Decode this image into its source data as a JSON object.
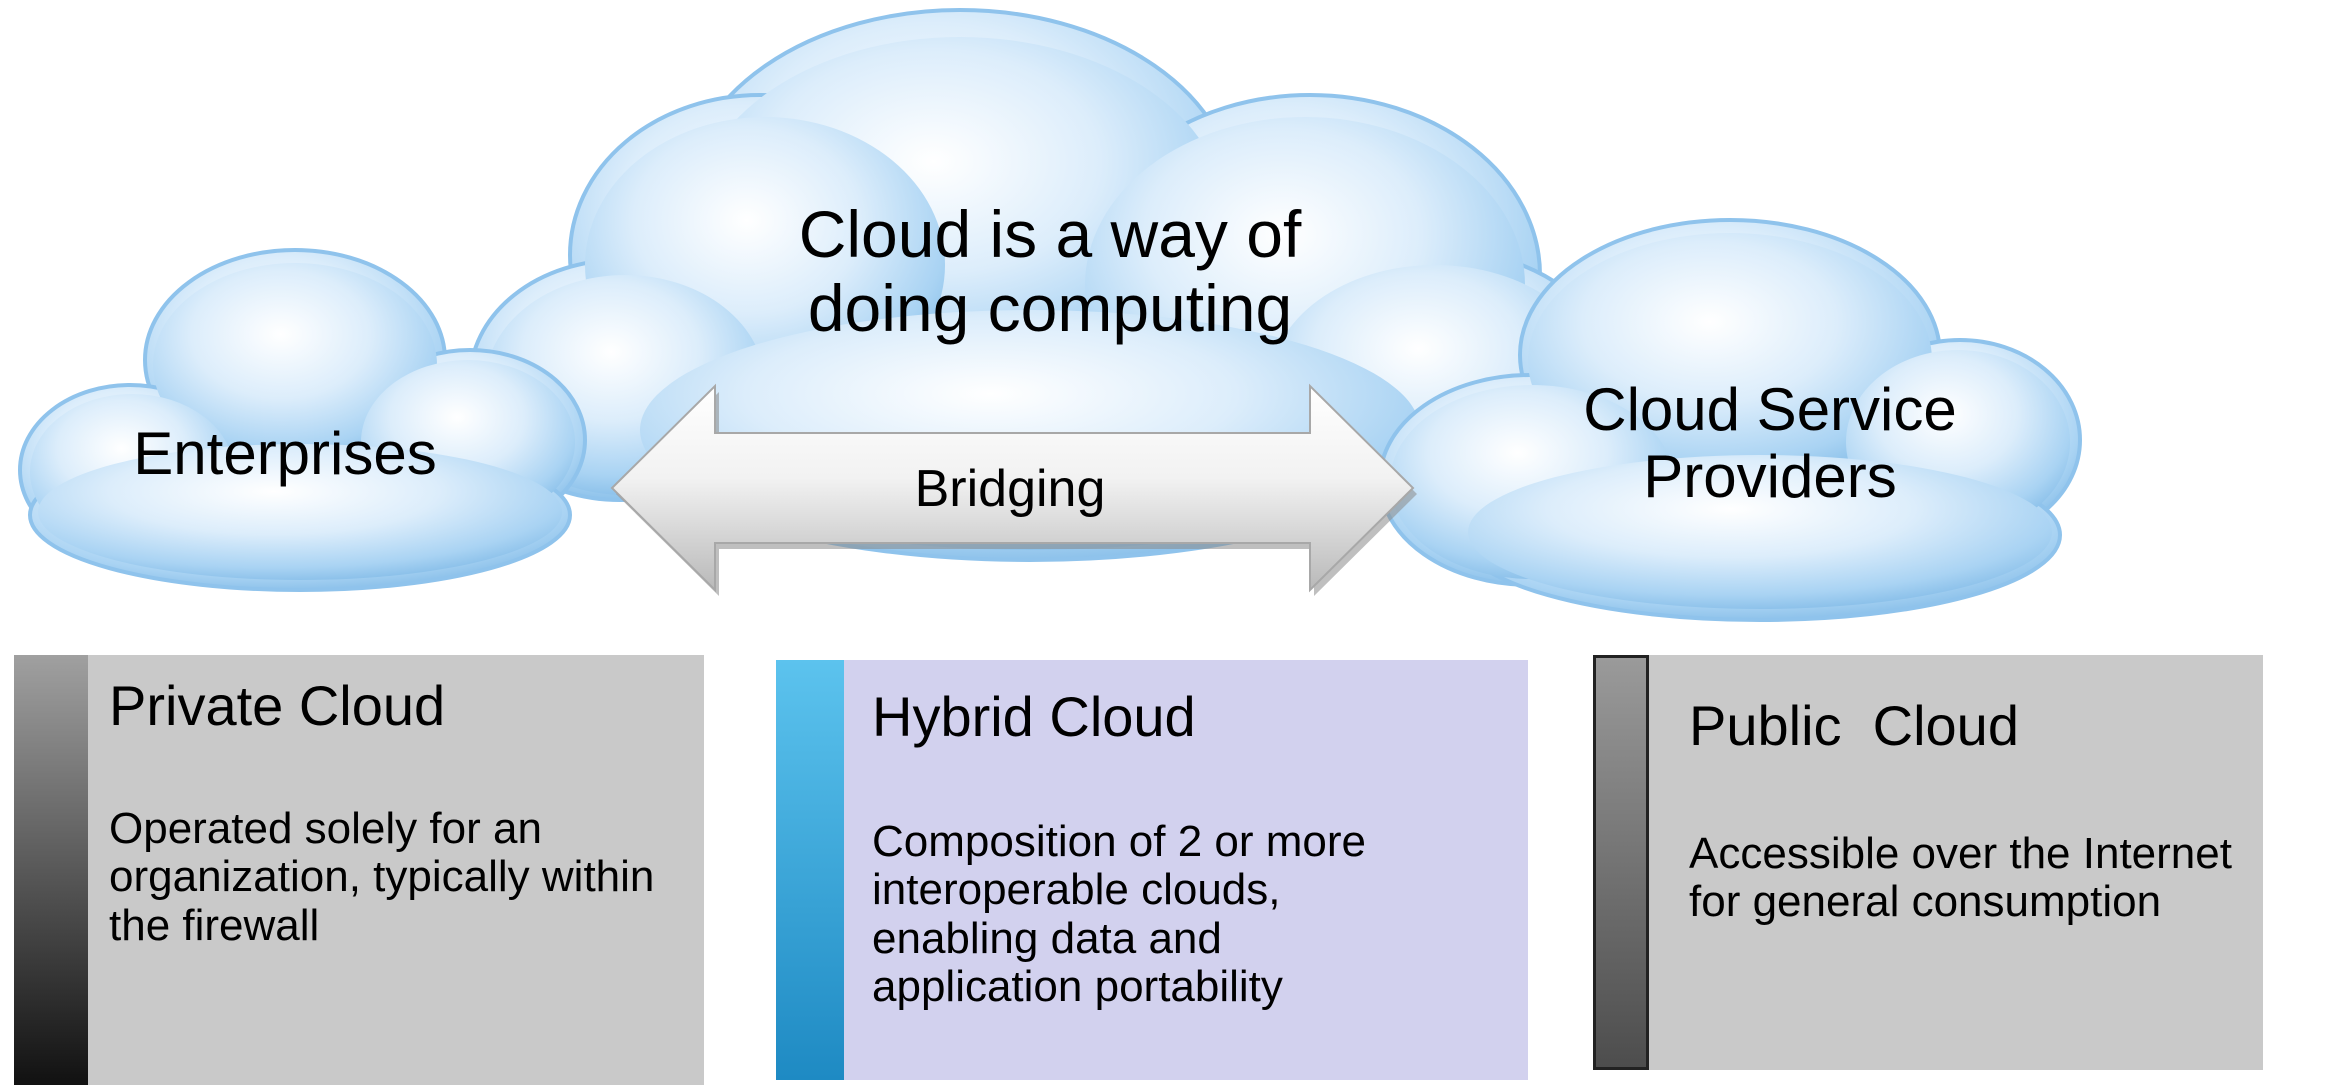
{
  "main_cloud": {
    "title": "Cloud is a way of\ndoing computing"
  },
  "left_cloud": {
    "label": "Enterprises"
  },
  "right_cloud": {
    "label": "Cloud Service\nProviders"
  },
  "arrow": {
    "label": "Bridging"
  },
  "cards": [
    {
      "title": "Private Cloud",
      "description": "Operated solely for an\norganization, typically within\nthe firewall",
      "color": "#c9c9c9"
    },
    {
      "title": "Hybrid Cloud",
      "description": "Composition of 2 or more\ninteroperable clouds,\nenabling data and\napplication portability",
      "color": "#d2d1ee"
    },
    {
      "title": "Public  Cloud",
      "description": "Accessible over the Internet\nfor general consumption",
      "color": "#c9c9c9"
    }
  ]
}
